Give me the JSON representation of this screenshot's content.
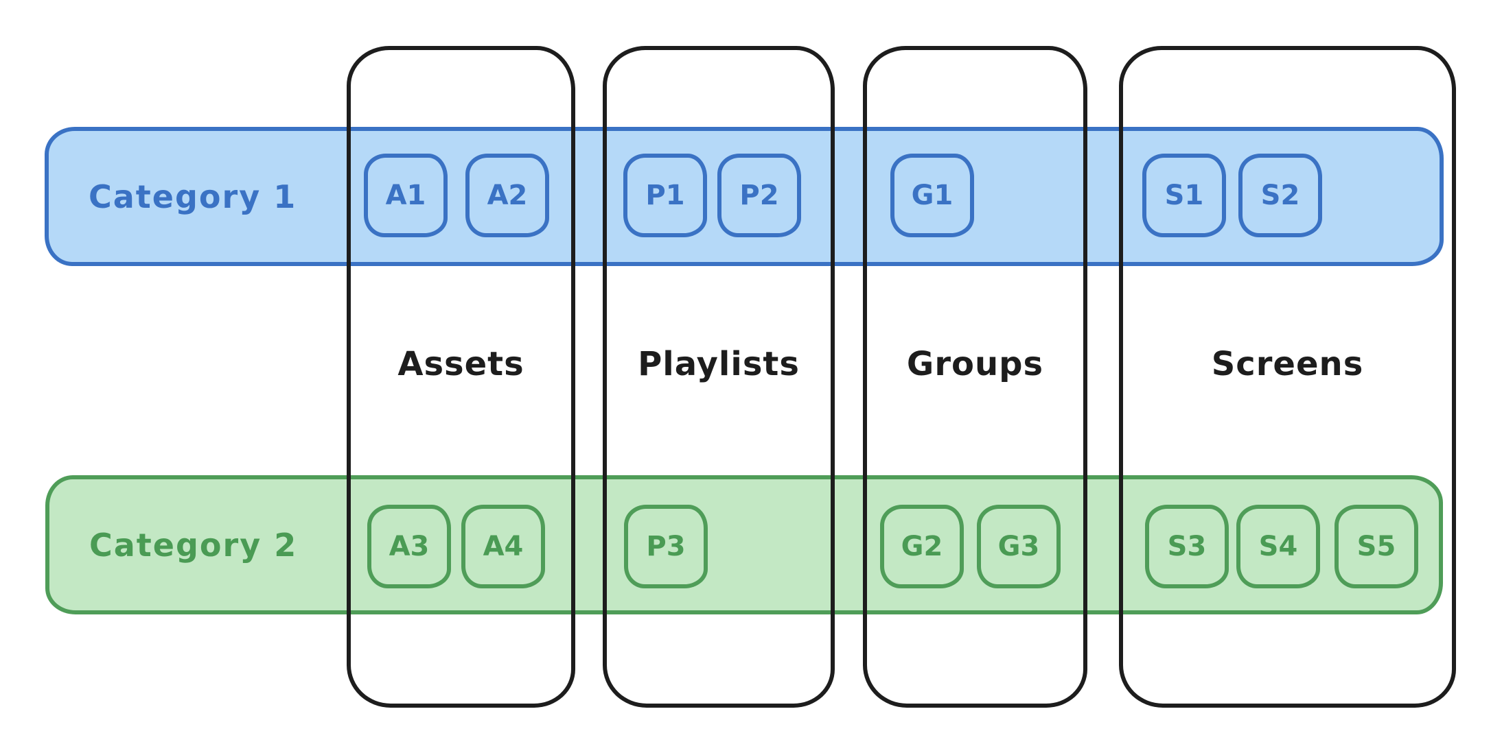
{
  "colors": {
    "bg": "#ffffff",
    "ink": "#1d1d1d",
    "blue-stroke": "#3a72c4",
    "blue-fill": "#b5d9f8",
    "blue-text": "#3a72c4",
    "green-stroke": "#4f9d58",
    "green-fill": "#c3e8c4",
    "green-text": "#4a9b54"
  },
  "columns": [
    {
      "id": "assets",
      "label": "Assets"
    },
    {
      "id": "playlists",
      "label": "Playlists"
    },
    {
      "id": "groups",
      "label": "Groups"
    },
    {
      "id": "screens",
      "label": "Screens"
    }
  ],
  "categories": [
    {
      "id": "category-1",
      "label": "Category 1",
      "color": "blue"
    },
    {
      "id": "category-2",
      "label": "Category 2",
      "color": "green"
    }
  ],
  "chips": [
    {
      "label": "A1",
      "category": "Category 1",
      "column": "Assets"
    },
    {
      "label": "A2",
      "category": "Category 1",
      "column": "Assets"
    },
    {
      "label": "P1",
      "category": "Category 1",
      "column": "Playlists"
    },
    {
      "label": "P2",
      "category": "Category 1",
      "column": "Playlists"
    },
    {
      "label": "G1",
      "category": "Category 1",
      "column": "Groups"
    },
    {
      "label": "S1",
      "category": "Category 1",
      "column": "Screens"
    },
    {
      "label": "S2",
      "category": "Category 1",
      "column": "Screens"
    },
    {
      "label": "A3",
      "category": "Category 2",
      "column": "Assets"
    },
    {
      "label": "A4",
      "category": "Category 2",
      "column": "Assets"
    },
    {
      "label": "P3",
      "category": "Category 2",
      "column": "Playlists"
    },
    {
      "label": "G2",
      "category": "Category 2",
      "column": "Groups"
    },
    {
      "label": "G3",
      "category": "Category 2",
      "column": "Groups"
    },
    {
      "label": "S3",
      "category": "Category 2",
      "column": "Screens"
    },
    {
      "label": "S4",
      "category": "Category 2",
      "column": "Screens"
    },
    {
      "label": "S5",
      "category": "Category 2",
      "column": "Screens"
    }
  ]
}
